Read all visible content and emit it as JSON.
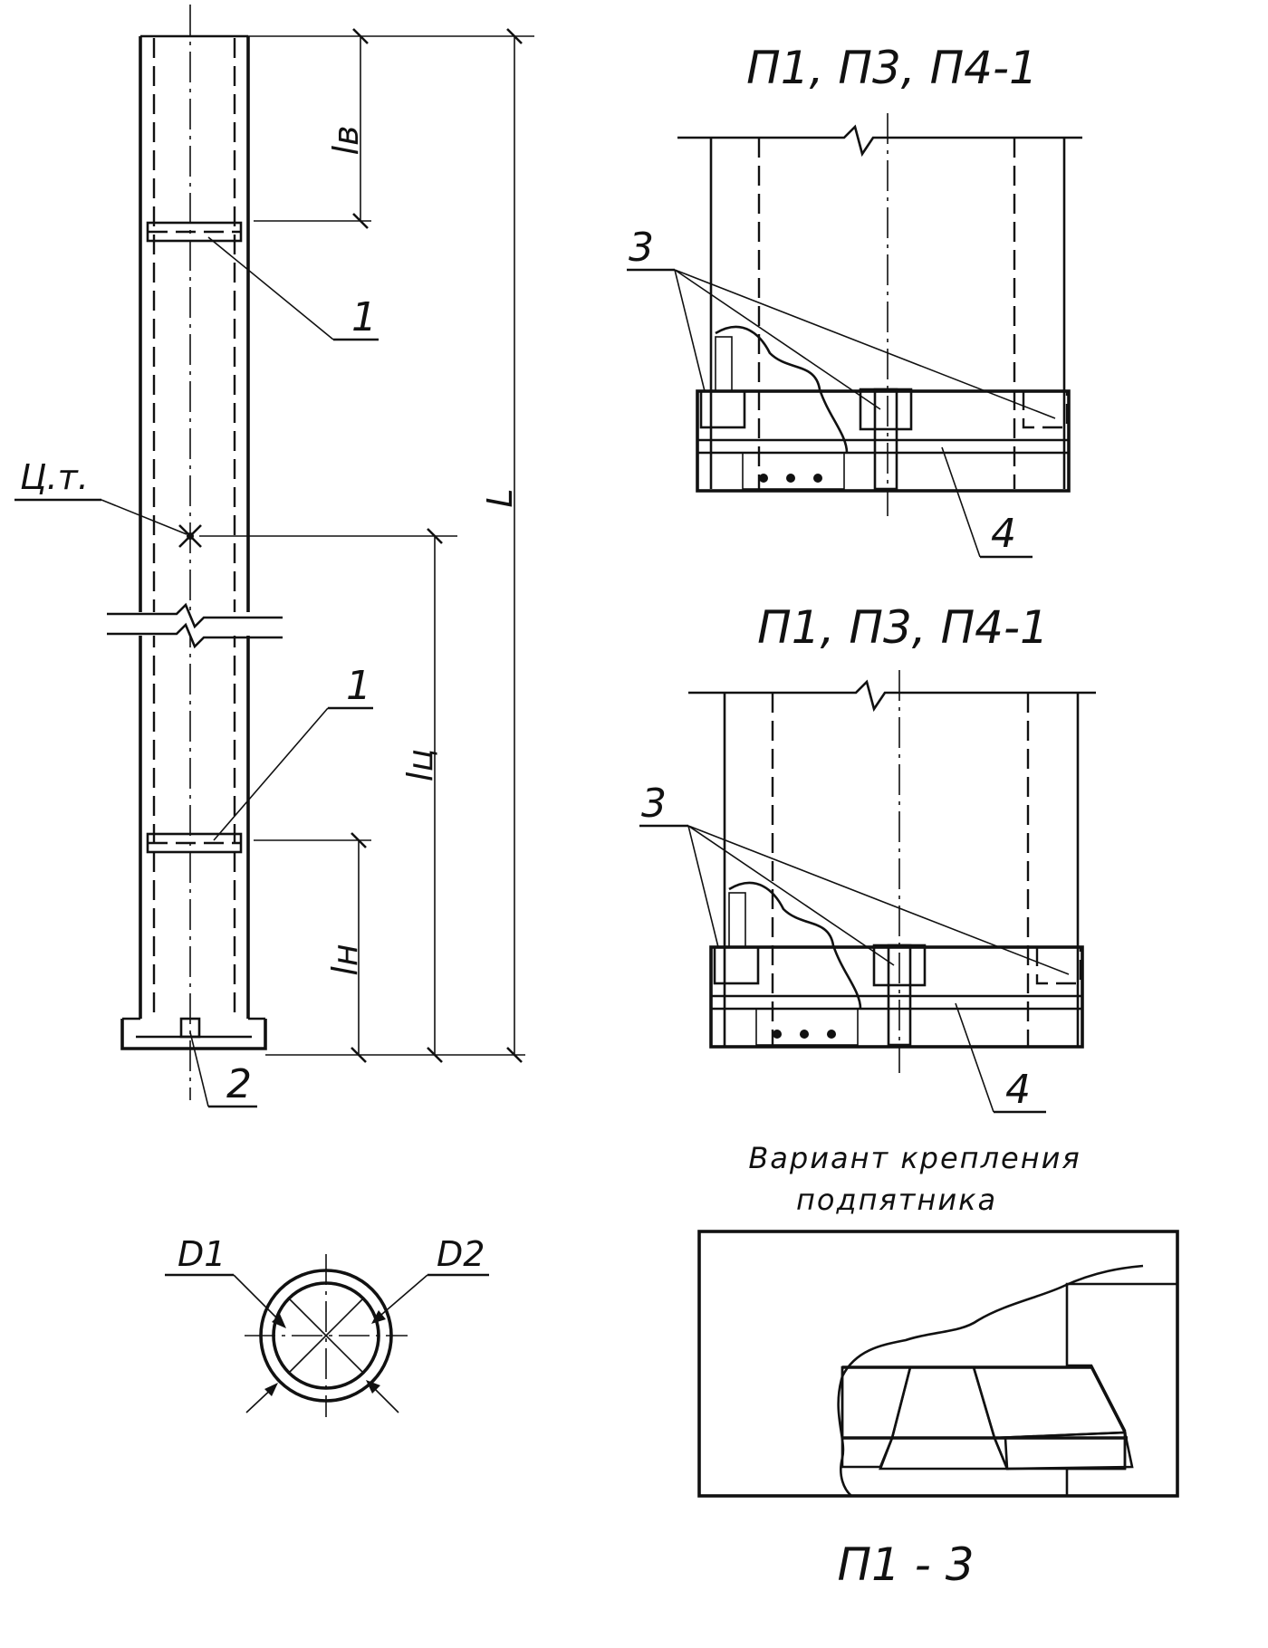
{
  "labels": {
    "dim_top": "lв",
    "dim_bottom": "lн",
    "dim_center": "lц",
    "dim_total": "L",
    "center_of_gravity": "Ц.т.",
    "pos_1_upper": "1",
    "pos_1_lower": "1",
    "pos_2": "2",
    "pos_3_upper": "3",
    "pos_3_lower": "3",
    "pos_4_upper": "4",
    "pos_4_lower": "4",
    "diameter_inner": "D1",
    "diameter_outer": "D2"
  },
  "titles": {
    "detail_upper": "П1, П3, П4-1",
    "detail_lower": "П1, П3, П4-1",
    "variant_line1": "Вариант   крепления",
    "variant_line2": "подпятника",
    "variant_caption": "П1 - 3"
  }
}
